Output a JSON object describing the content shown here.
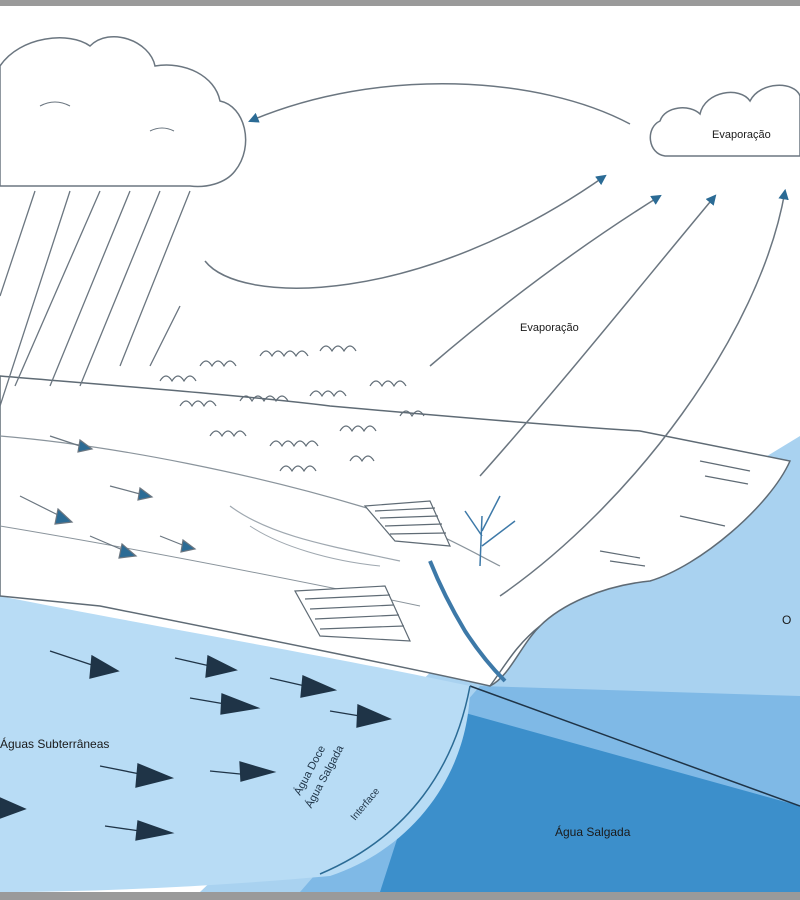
{
  "diagram": {
    "labels": {
      "evaporacao_cloud": "Evaporação",
      "evaporacao_arrow": "Evaporação",
      "aguas_subterraneas": "Águas Subterrâneas",
      "agua_doce": "Água Doce",
      "agua_salgada": "Água Salgada",
      "interface": "Interface",
      "agua_salgada_sea": "Água Salgada",
      "oceano_partial": "O"
    },
    "colors": {
      "sea_light": "#a9d2f0",
      "sea_mid": "#7fb9e6",
      "sea_deep": "#3c8fcb",
      "ground_water": "#b8dcf5",
      "arrow_dark": "#1f3447",
      "arrow_blue": "#2b6b95",
      "line": "#5f6b75",
      "river": "#3d79a8"
    },
    "icons": [
      "rain-cloud-icon",
      "small-cloud-icon",
      "vegetation-icon",
      "field-icon",
      "tree-icon"
    ]
  }
}
